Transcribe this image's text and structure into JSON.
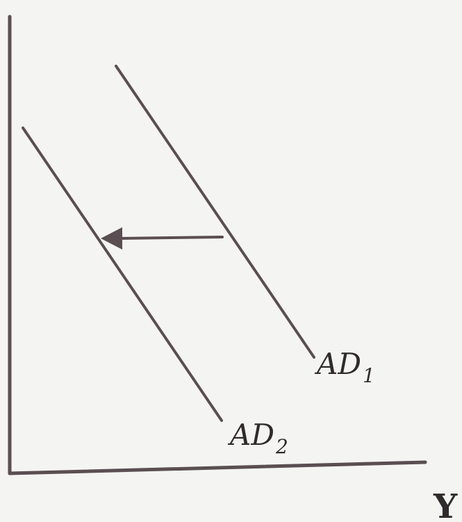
{
  "diagram": {
    "x_axis_label": "Y",
    "curves": [
      {
        "label_main": "AD",
        "label_sub": "1"
      },
      {
        "label_main": "AD",
        "label_sub": "2"
      }
    ],
    "shift": {
      "direction": "left",
      "from": "AD1",
      "to": "AD2"
    },
    "colors": {
      "background": "#f4f4f2",
      "line": "#5a4e52",
      "text": "#2f2a2c"
    }
  }
}
